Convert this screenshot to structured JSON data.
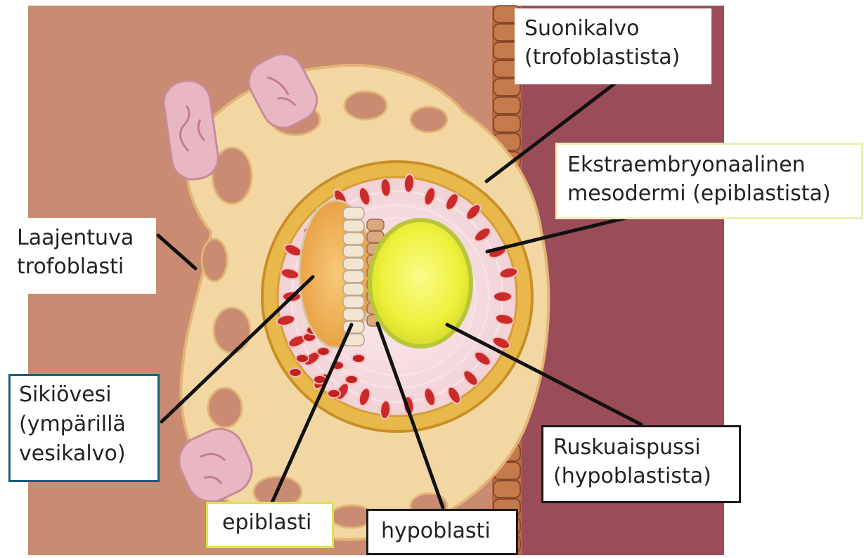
{
  "labels": {
    "suonikalvo": "Suonikalvo\n(trofoblastista)",
    "ekstraembryonaalinen": "Ekstraembryonaalinen\nmesodermi (epiblastista)",
    "laajentuva": "Laajentuva\ntrofoblasti",
    "sikiovesi": "Sikiövesi\n(ympärillä\nvesikalvo)",
    "ruskuaispussi": "Ruskuaispussi\n(hypoblastista)",
    "epiblasti": "epiblasti",
    "hypoblasti": "hypoblasti"
  },
  "colors": {
    "uterine_tissue": "#c98b71",
    "endometrium_dark": "#9a4c58",
    "trophoblast": "#f3d7a3",
    "chorion_ring": "#e9b84a",
    "mesoderm": "#f5dde0",
    "yolk_sac": "#f3f25a",
    "amnion": "#f1a94a",
    "blood_cells": "#cc2a2a",
    "leader_line": "#111111"
  }
}
